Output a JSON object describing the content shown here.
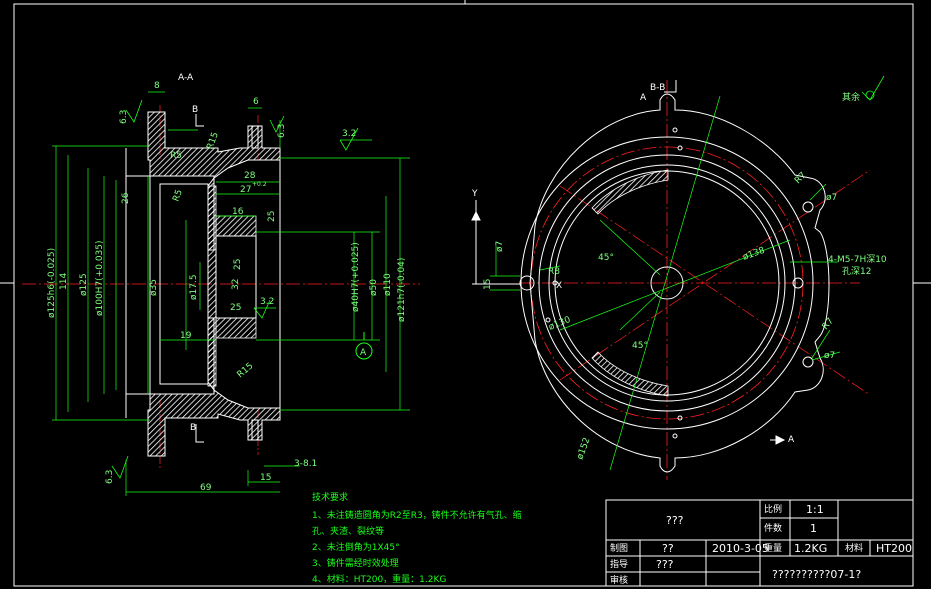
{
  "views": {
    "section_aa": "A-A",
    "section_bb": "B-B",
    "mark_b_top": "B",
    "mark_b_mid": "B",
    "mark_a_left": "A",
    "mark_a_bottom": "A",
    "mark_a_circle": "A",
    "axis_y": "Y",
    "axis_x": "X"
  },
  "left_dims": {
    "d8": "8",
    "d6": "6",
    "r6_3a": "6.3",
    "r6_3b": "6.3",
    "r6_3c": "6.3",
    "r3_2a": "3.2",
    "r3_2b": "3.2",
    "r5": "R5",
    "r15_top": "R15",
    "r5b": "R5",
    "d28": "28",
    "d27": "27",
    "d27tol": "+0.2",
    "d16": "16",
    "d25a": "25",
    "d25b": "25",
    "d25c": "25",
    "d32": "32",
    "d19": "19",
    "d17_5": "ø17.5",
    "d35": "ø35",
    "d125hf": "ø125h6(-0.025)",
    "d114": "114",
    "d125": "ø125",
    "d100h": "ø100H7(+0.035)",
    "d26": "26",
    "d40h": "ø40H7(+0.025)",
    "d50": "ø50",
    "d110": "ø110",
    "d121h": "ø121h7(-0.04)",
    "r15_bot": "R15",
    "d69": "69",
    "d15": "15",
    "d3_0": "3-8.1"
  },
  "right_dims": {
    "other": "其余",
    "d138": "ø138",
    "d130": "ø130",
    "d152": "ø152",
    "a45a": "45°",
    "a45b": "45°",
    "r8": "R8",
    "r7a": "R7",
    "r7b": "R7",
    "d7a": "ø7",
    "d7b": "ø7",
    "d15": "15",
    "thread": "4-M5-7H深10",
    "hole_depth": "孔深12"
  },
  "notes": {
    "title": "技术要求",
    "items": [
      "1、未注铸造圆角为R2至R3，铸件不允许有气孔、缩",
      "孔、夹渣、裂纹等",
      "2、未注倒角为1X45°",
      "3、铸件需经时效处理",
      "4、材料：HT200，重量：1.2KG"
    ]
  },
  "title_block": {
    "drawing_name": "???",
    "ratio_label": "比例",
    "ratio_value": "1:1",
    "qty_label": "件数",
    "qty_value": "1",
    "drawn_label": "制图",
    "drawn_name": "??",
    "date": "2010-3-05",
    "weight_label": "重量",
    "weight_value": "1.2KG",
    "material_label": "材料",
    "material_value": "HT200",
    "guide_label": "指导",
    "guide_name": "???",
    "review_label": "审核",
    "drawing_code": "??????????07-1?"
  }
}
